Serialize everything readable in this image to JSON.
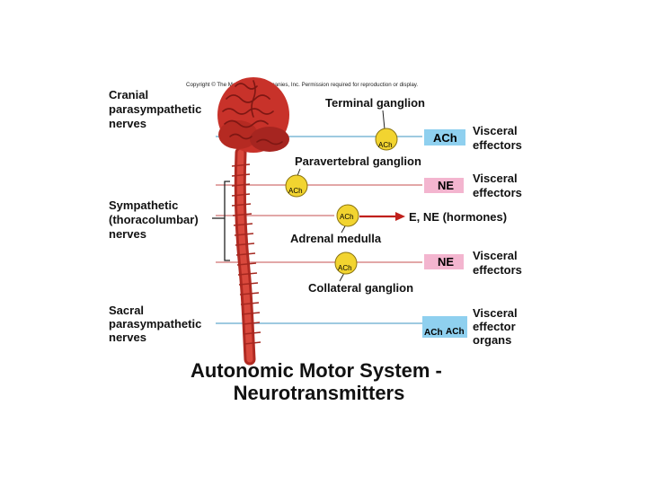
{
  "copyright": "Copyright © The McGraw-Hill Companies, Inc. Permission required for reproduction or display.",
  "nerves": {
    "cranial": [
      "Cranial",
      "parasympathetic",
      "nerves"
    ],
    "sympathetic": [
      "Sympathetic",
      "(thoracolumbar)",
      "nerves"
    ],
    "sacral": [
      "Sacral",
      "parasympathetic",
      "nerves"
    ]
  },
  "ganglia": {
    "terminal": "Terminal ganglion",
    "paravertebral": "Paravertebral ganglion",
    "adrenal": "Adrenal medulla",
    "collateral": "Collateral ganglion"
  },
  "transmitters": {
    "ach": "ACh",
    "ne": "NE",
    "hormones": "E, NE (hormones)"
  },
  "effectors": {
    "visceral": [
      "Visceral",
      "effectors"
    ],
    "organs": [
      "Visceral",
      "effector",
      "organs"
    ]
  },
  "title": [
    "Autonomic Motor System -",
    "Neurotransmitters"
  ],
  "colors": {
    "parasympathetic_line": "#7fb8d6",
    "sympathetic_line": "#d98a8a",
    "brain": "#c8322a",
    "ganglion": "#f2d430",
    "ach_box": "#8fd0ef",
    "ne_box": "#f3b5cf",
    "hormone_arrow": "#c0201c"
  }
}
